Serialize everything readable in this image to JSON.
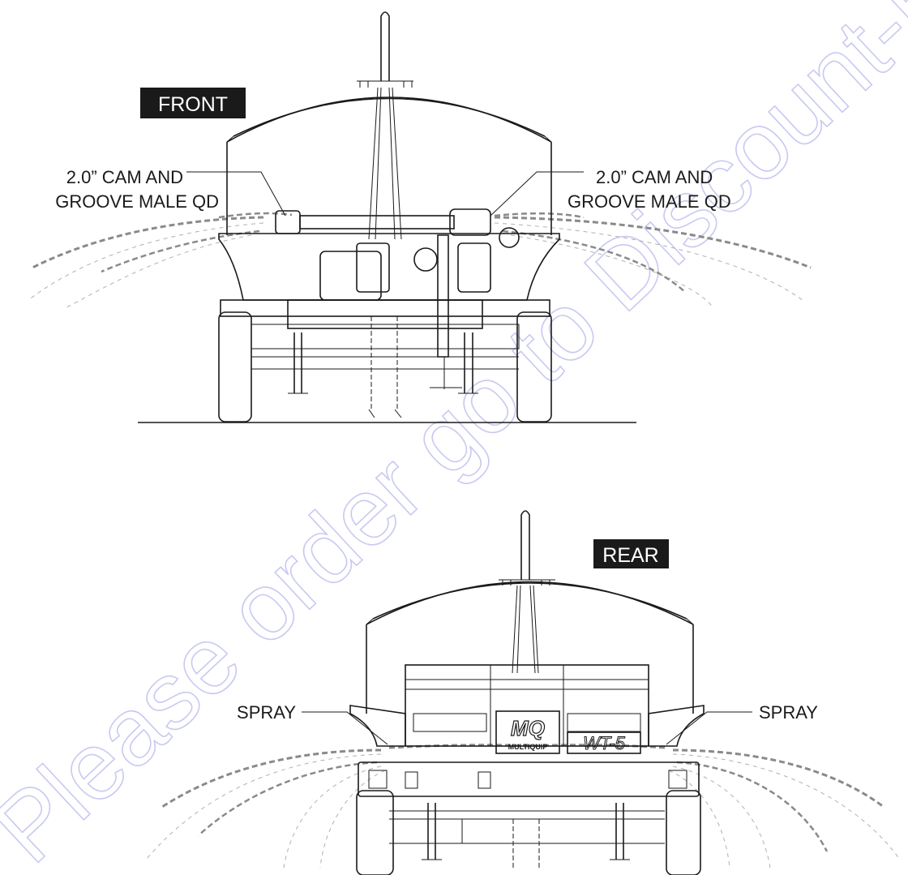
{
  "labels": {
    "front": "FRONT",
    "rear": "REAR",
    "left_qd": [
      "2.0” CAM AND",
      "GROOVE MALE QD"
    ],
    "right_qd": [
      "2.0” CAM AND",
      "GROOVE MALE QD"
    ],
    "spray_left": "SPRAY",
    "spray_right": "SPRAY"
  },
  "decals": {
    "brand_mark": "MQ",
    "brand_name": "MULTIQUIP",
    "model": "WT-5"
  },
  "watermark": "Please order go to Discount-Equipment"
}
